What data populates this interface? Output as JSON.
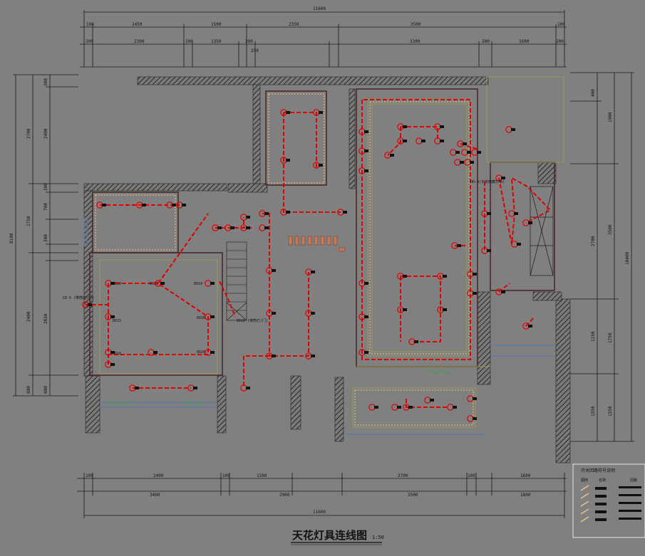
{
  "colors": {
    "background": "#808080",
    "dim_line": "#1a1a1a",
    "wall": "#3a2a2a",
    "wiring": "#e00000",
    "fixture": "#f0c080",
    "olive": "#a09a50",
    "blue": "#5a7aa8",
    "green": "#4a9a5a"
  },
  "drawing": {
    "title": "天花灯具连线图",
    "scale": "1:50"
  },
  "dimensions": {
    "top_total": "11600",
    "top_row1": [
      "100",
      "2450",
      "1500",
      "2350",
      "3500",
      "100"
    ],
    "top_row2": [
      "200",
      "2300",
      "100",
      "1350",
      "200",
      "250",
      "3300",
      "200",
      "1600",
      "200"
    ],
    "bottom_row1": [
      "100",
      "2400",
      "100",
      "1500",
      "2700",
      "100",
      "1600"
    ],
    "bottom_row2": [
      "3400",
      "2900",
      "3500",
      "1800"
    ],
    "bottom_total": "11600",
    "left_total": "8100",
    "left_outer": [
      "2700",
      "1750",
      "2400",
      "800"
    ],
    "left_inner": [
      "300",
      "2400",
      "300",
      "700",
      "300",
      "2650",
      "800"
    ],
    "right_total": "10400",
    "right_outer": [
      "1900",
      "3500",
      "1750",
      "1550"
    ],
    "right_inner": [
      "400",
      "2700",
      "1150",
      "1550"
    ]
  },
  "fixture_labels": [
    "DD10",
    "DD13",
    "DD14",
    "DD15",
    "DD16",
    "DD18",
    "DD20"
  ],
  "legend": {
    "title": "开关回路符号说明",
    "headers": [
      "图例",
      "名称",
      "回路"
    ],
    "rows": 5
  },
  "annotations": [
    {
      "text": "CD-5 (带筒灯/门)"
    },
    {
      "text": "DD16 (带筒灯/门)"
    },
    {
      "text": "DD-0(天花暗藏灯带)"
    }
  ]
}
